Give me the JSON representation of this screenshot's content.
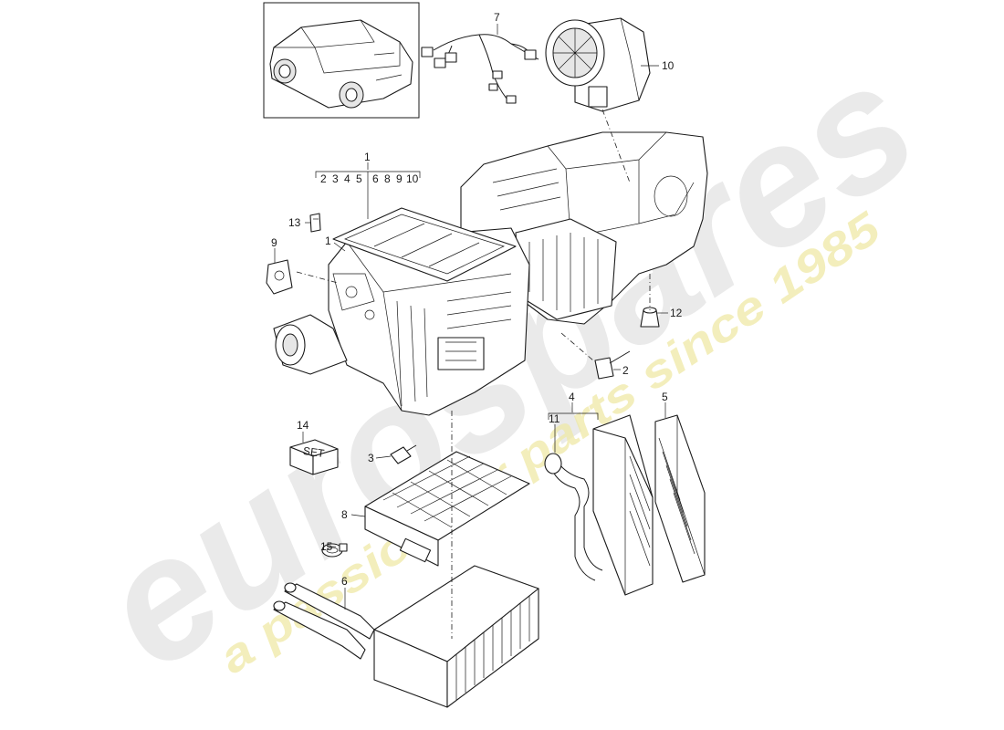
{
  "diagram": {
    "callouts": {
      "c1_top": "1",
      "c1_side": "1",
      "c2": "2",
      "c3": "3",
      "c4": "4",
      "c5": "5",
      "c6": "6",
      "c7": "7",
      "c8": "8",
      "c9": "9",
      "c10": "10",
      "c11": "11",
      "c12": "12",
      "c13": "13",
      "c14": "14",
      "c15": "15"
    },
    "subgroup_1": [
      "2",
      "3",
      "4",
      "5",
      "6",
      "8",
      "9",
      "10"
    ],
    "set_label": "SET"
  },
  "watermark": {
    "brand": "eurospares",
    "tagline": "a passion for parts since 1985",
    "brand_color": "#d9d9d9",
    "tagline_color": "#efe9a6"
  }
}
